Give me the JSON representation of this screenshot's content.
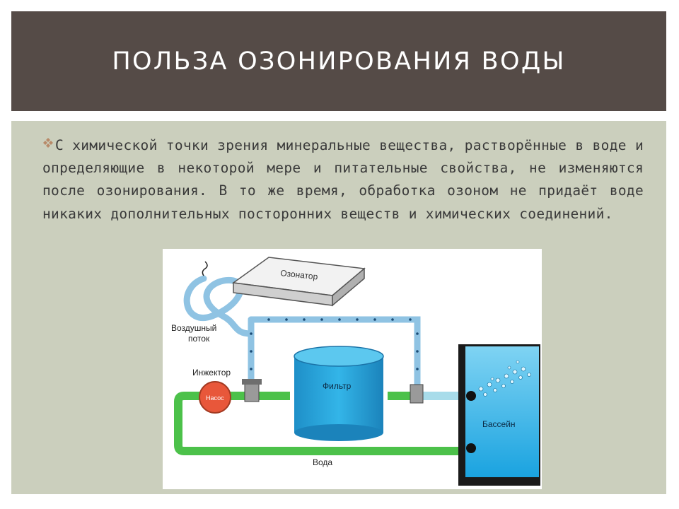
{
  "slide": {
    "title": "ПОЛЬЗА ОЗОНИРОВАНИЯ ВОДЫ",
    "paragraph": "С химической точки зрения минеральные вещества, растворённые в воде и определяющие в некоторой мере и питательные свойства, не изменяются после озонирования. В то же время, обработка озоном не придаёт воде никаких дополнительных посторонних веществ и химических соединений.",
    "bullet_icon": "diamond-bullet-icon"
  },
  "diagram": {
    "labels": {
      "ozonator": "Озонатор",
      "air_flow_1": "Воздушный",
      "air_flow_2": "поток",
      "injector": "Инжектор",
      "pump": "Насос",
      "filter": "Фильтр",
      "pool": "Бассейн",
      "water": "Вода"
    },
    "colors": {
      "header": "#554b47",
      "content": "#cbcfbd",
      "water_pipe": "#4cc14a",
      "air_pipe": "#8fc3e3",
      "filter": "#2aa6d9",
      "pump": "#e8573a"
    }
  }
}
